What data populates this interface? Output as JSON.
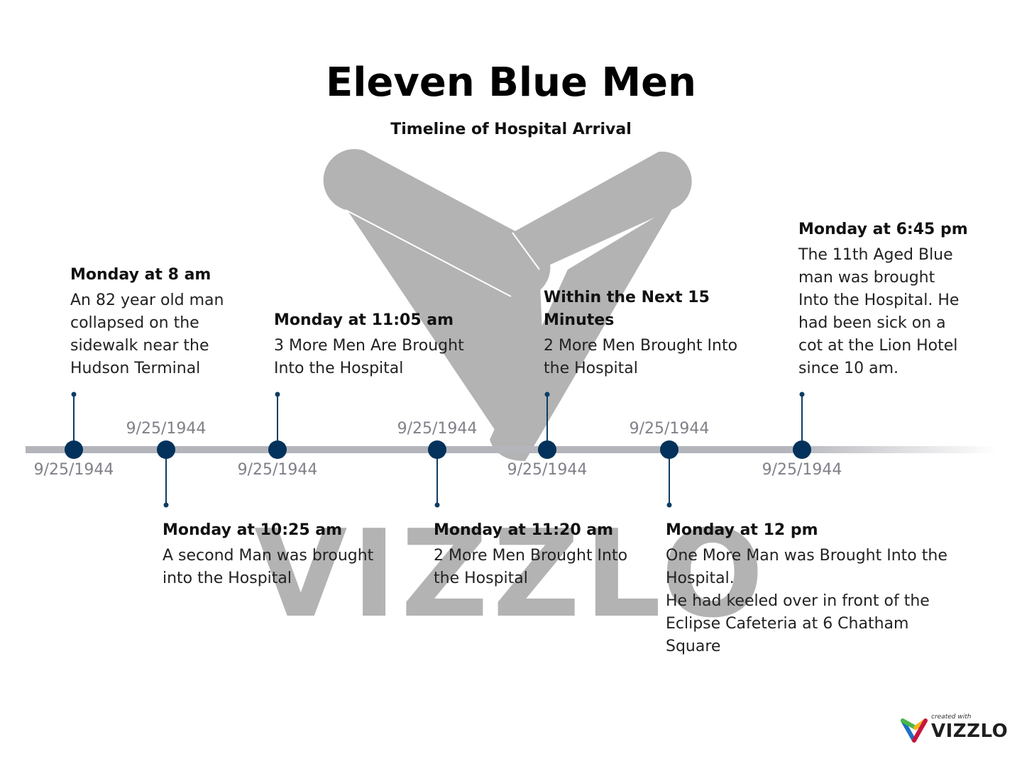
{
  "header": {
    "title": "Eleven Blue Men",
    "subtitle": "Timeline of Hospital Arrival"
  },
  "watermark": {
    "text": "VIZZLO",
    "color": "#b3b3b3"
  },
  "colors": {
    "marker": "#02325b",
    "axis": "#b4b5bb",
    "date": "#808089"
  },
  "timeline": {
    "events": [
      {
        "date": "9/25/1944",
        "title": "Monday at 8 am",
        "description": "An 82 year old man\ncollapsed on the\nsidewalk near the\nHudson Terminal",
        "position": "above"
      },
      {
        "date": "9/25/1944",
        "title": "Monday at 10:25 am",
        "description": "A second Man was brought\ninto the Hospital",
        "position": "below"
      },
      {
        "date": "9/25/1944",
        "title": "Monday at 11:05 am",
        "description": "3 More Men Are Brought\nInto the Hospital",
        "position": "above"
      },
      {
        "date": "9/25/1944",
        "title": "Monday at 11:20 am",
        "description": "2 More Men Brought Into\nthe Hospital",
        "position": "below"
      },
      {
        "date": "9/25/1944",
        "title": "Within the Next 15 Minutes",
        "description": "2 More Men Brought Into\nthe Hospital",
        "position": "above"
      },
      {
        "date": "9/25/1944",
        "title": "Monday at 12 pm",
        "description": "One More Man was Brought Into the\nHospital.\nHe had keeled over in front of the\nEclipse Cafeteria at 6 Chatham\nSquare",
        "position": "below"
      },
      {
        "date": "9/25/1944",
        "title": "Monday at 6:45 pm",
        "description": "The 11th Aged Blue\nman was brought\nInto the Hospital. He\nhad been sick on a\ncot at the Lion Hotel\nsince 10 am.",
        "position": "above"
      }
    ]
  },
  "branding": {
    "small": "created with",
    "big": "VIZZLO"
  }
}
